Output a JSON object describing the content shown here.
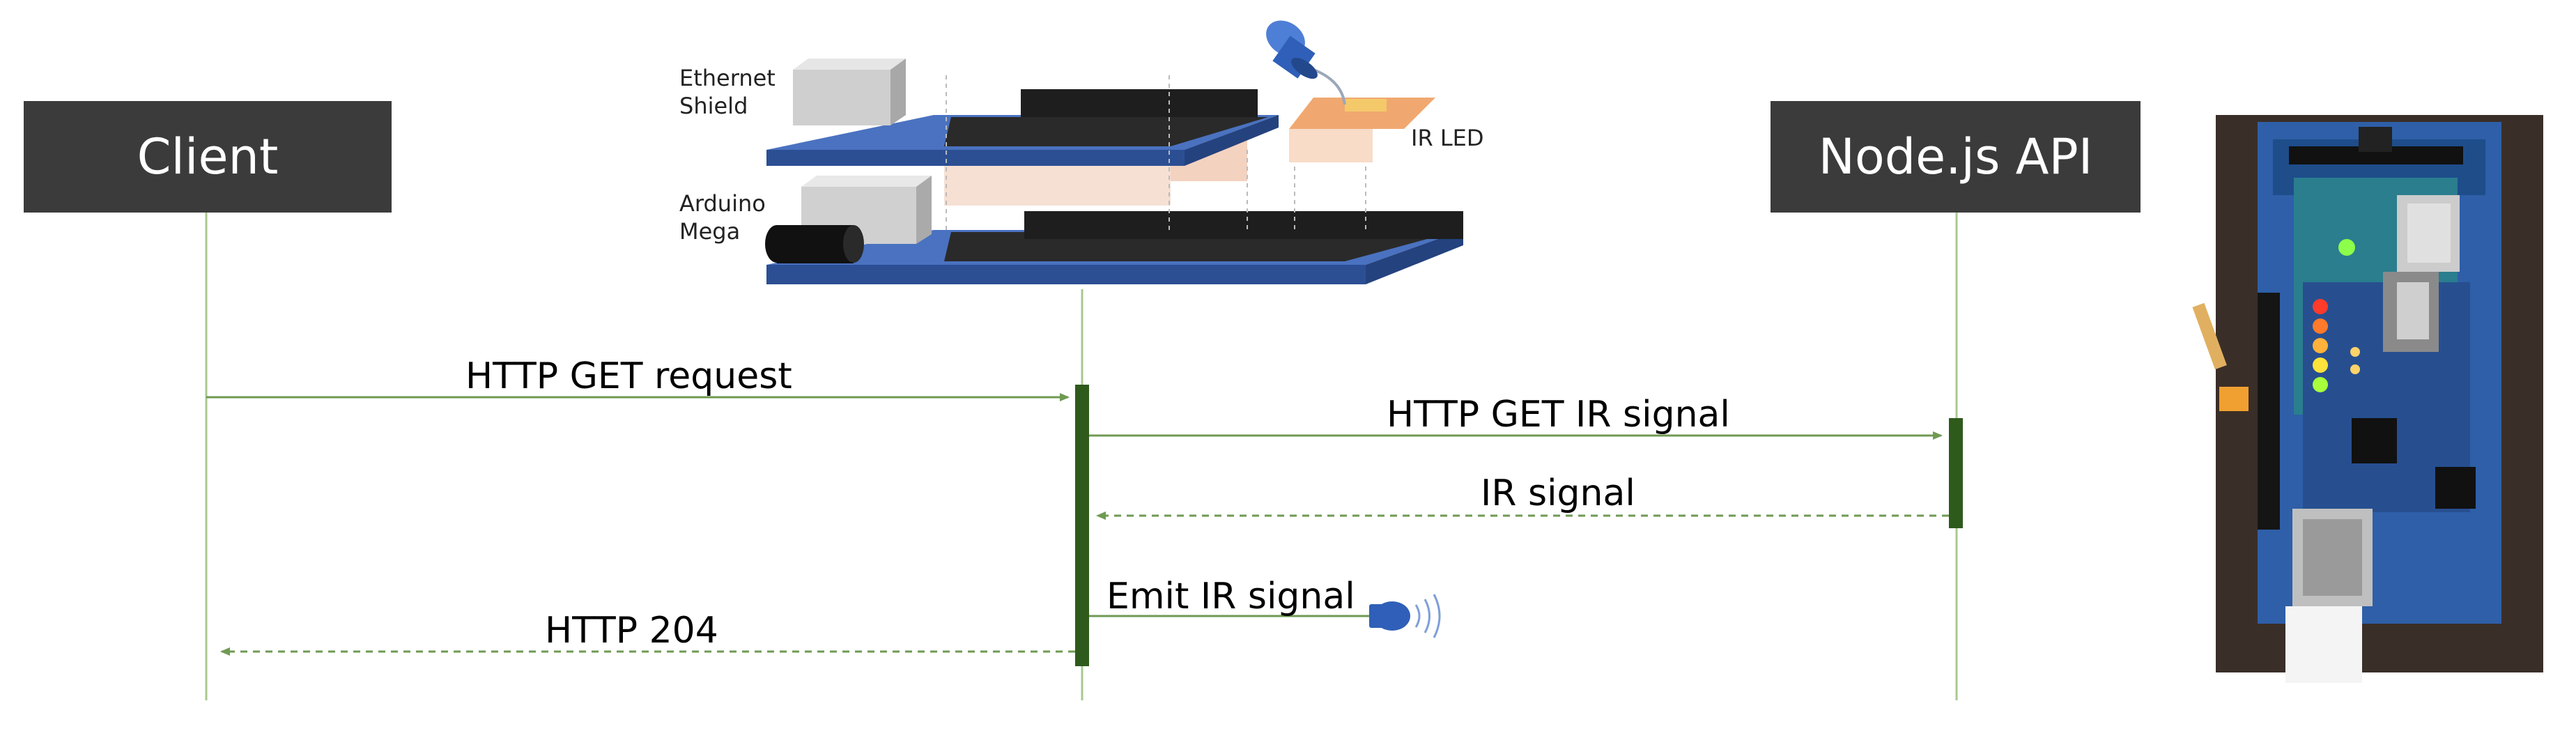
{
  "participants": {
    "client": "Client",
    "api": "Node.js API"
  },
  "hardware": {
    "ethernet_shield": "Ethernet\nShield",
    "arduino_mega": "Arduino\nMega",
    "ir_led": "IR LED"
  },
  "messages": [
    {
      "label": "HTTP GET request",
      "style": "solid"
    },
    {
      "label": "HTTP GET IR signal",
      "style": "solid"
    },
    {
      "label": "IR signal",
      "style": "dashed"
    },
    {
      "label": "Emit IR signal",
      "style": "solid"
    },
    {
      "label": "HTTP 204",
      "style": "dashed"
    }
  ],
  "colors": {
    "participant_box": "#3b3b3b",
    "lifeline": "#a8c890",
    "activation": "#2e5a1c",
    "arrow": "#6f9a52",
    "board_blue": "#4a72c0",
    "led_blue": "#2f5fb8"
  }
}
